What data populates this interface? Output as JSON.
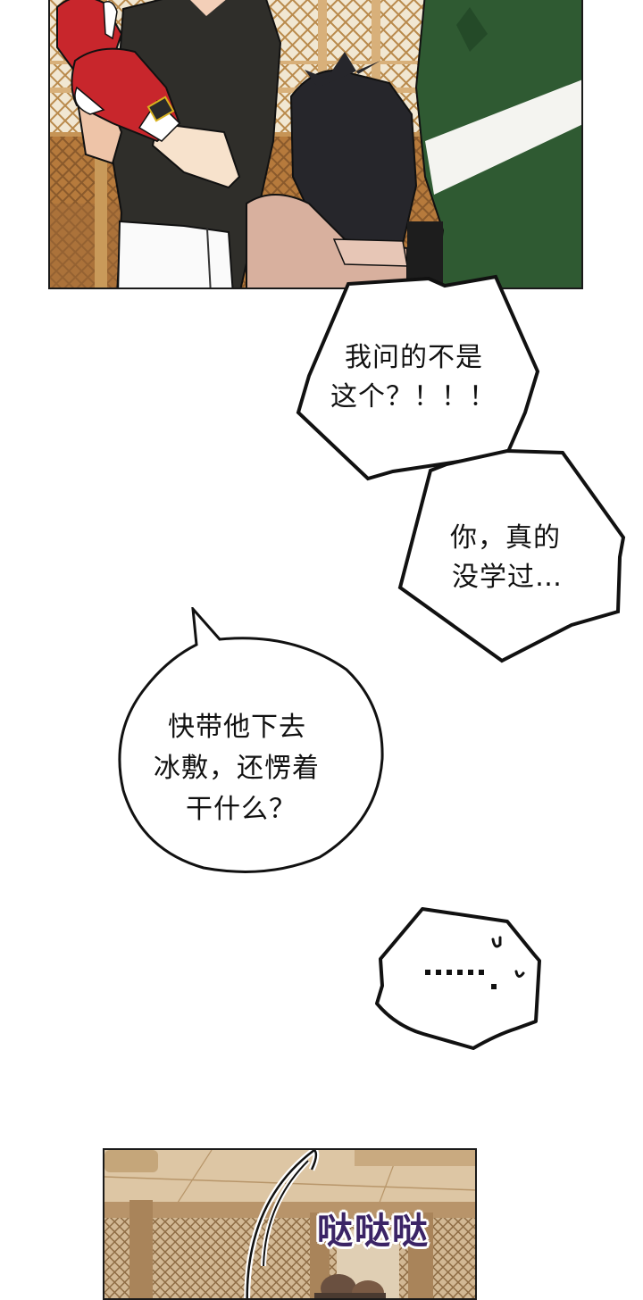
{
  "page": {
    "type": "webtoon-strip",
    "background": "#ffffff"
  },
  "panels": [
    {
      "id": "panel-1",
      "description": "Boxer in black t-shirt and red gloves stands by cage fence; a man in green jacket supports a dark-haired man with head bowed",
      "colors": {
        "fence_bg": "#c79a5c",
        "fence_light": "#f2ead8",
        "shirt": "#2f2e2a",
        "glove": "#c8262c",
        "glove_trim": "#ffffff",
        "glove_label": "#d8b21e",
        "skin": "#f3cfb8",
        "hair": "#26262b",
        "jacket": "#2f5a32",
        "jacket_stripe": "#f4f4f0"
      }
    },
    {
      "id": "panel-2",
      "description": "Sepia cage/floor scene with sound effect",
      "sfx": "哒哒哒",
      "colors": {
        "floor": "#d9c2a0",
        "fence": "#b38e5e",
        "sfx_fill": "#3b2466",
        "sfx_outline": "#ffffff"
      }
    }
  ],
  "bubbles": [
    {
      "id": "bubble-1",
      "shape": "jagged",
      "lines": [
        "我问的不是",
        "这个？！！！"
      ]
    },
    {
      "id": "bubble-2",
      "shape": "jagged",
      "lines": [
        "你，真的",
        "没学过…"
      ]
    },
    {
      "id": "bubble-3",
      "shape": "round",
      "lines": [
        "快带他下去",
        "冰敷，还愣着",
        "干什么？"
      ]
    },
    {
      "id": "bubble-4",
      "shape": "jagged-small",
      "lines": [
        "……"
      ],
      "decor": "sweat-marks"
    }
  ]
}
